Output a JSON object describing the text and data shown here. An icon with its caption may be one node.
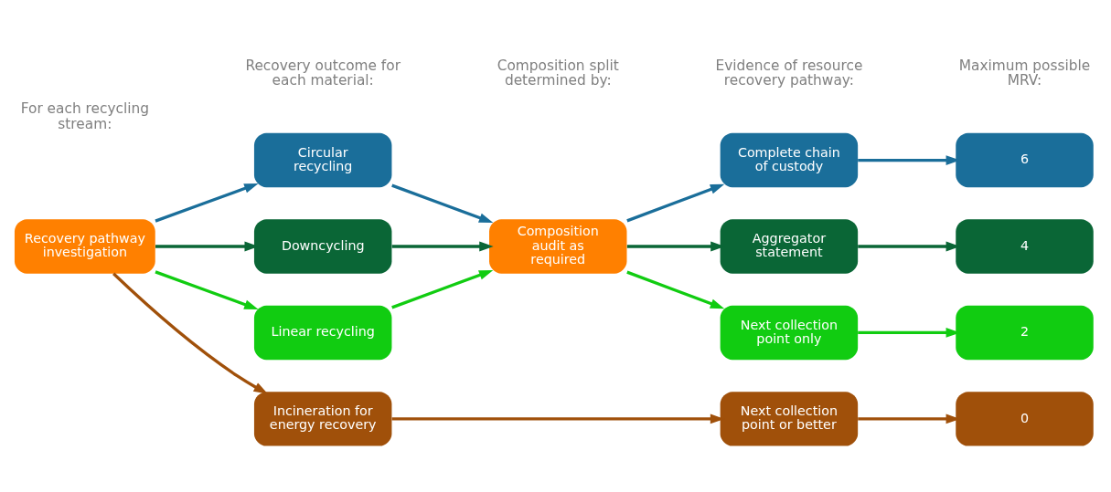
{
  "diagram": {
    "nodes": [
      {
        "text": [
          "Recovery pathway investigation"
        ]
      },
      {
        "text": [
          "Circular recycling"
        ]
      },
      {
        "text": [
          "Downcycling"
        ]
      },
      {
        "text": [
          "Linear recycling"
        ]
      },
      {
        "text": [
          "Incineration for energy recovery"
        ]
      },
      {
        "text": [
          "Composition audit as required"
        ]
      },
      {
        "text": [
          "Complete chain of custody"
        ]
      },
      {
        "text": [
          "Aggregator statement"
        ]
      },
      {
        "text": [
          "Next collection point only"
        ]
      },
      {
        "text": [
          "Next collection point or better"
        ]
      },
      {
        "text": [
          "6"
        ]
      },
      {
        "text": [
          "4"
        ]
      },
      {
        "text": [
          "2"
        ]
      },
      {
        "text": [
          "0"
        ]
      }
    ],
    "edges": [
      {
        "from": 0,
        "to": 1,
        "arrow": "to",
        "color": "#1a6e9a"
      },
      {
        "from": 0,
        "to": 2,
        "arrow": "to",
        "color": "#0a6636"
      },
      {
        "from": 0,
        "to": 3,
        "arrow": "to",
        "color": "#11cc11"
      },
      {
        "from": 0,
        "to": 4,
        "arrow": "to",
        "color": "#a0500a"
      },
      {
        "from": 1,
        "to": 5,
        "arrow": "to",
        "color": "#1a6e9a"
      },
      {
        "from": 2,
        "to": 5,
        "arrow": "to",
        "color": "#0a6636"
      },
      {
        "from": 3,
        "to": 5,
        "arrow": "to",
        "color": "#11cc11"
      },
      {
        "from": 5,
        "to": 6,
        "arrow": "to",
        "color": "#1a6e9a"
      },
      {
        "from": 5,
        "to": 7,
        "arrow": "to",
        "color": "#0a6636"
      },
      {
        "from": 5,
        "to": 8,
        "arrow": "to",
        "color": "#11cc11"
      },
      {
        "from": 4,
        "to": 9,
        "arrow": "to",
        "color": "#a0500a"
      },
      {
        "from": 6,
        "to": 10,
        "arrow": "to",
        "color": "#1a6e9a"
      },
      {
        "from": 7,
        "to": 11,
        "arrow": "to",
        "color": "#0a6636"
      },
      {
        "from": 8,
        "to": 12,
        "arrow": "to",
        "color": "#11cc11"
      },
      {
        "from": 9,
        "to": 13,
        "arrow": "to",
        "color": "#a0500a"
      }
    ],
    "labels": [
      "For each recycling stream:",
      "Recovery outcome for each material:",
      "Composition split determined by:",
      "Evidence of resource recovery pathway:",
      "Maximum possible MRV:"
    ]
  }
}
